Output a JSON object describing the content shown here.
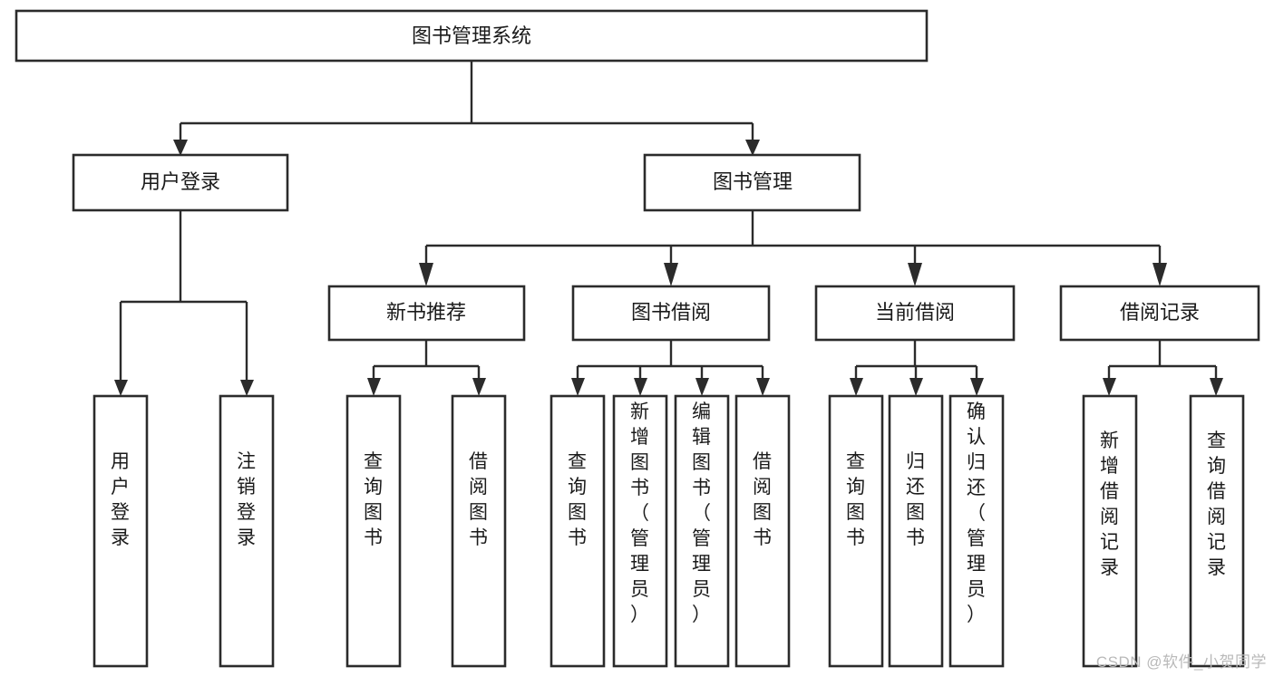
{
  "diagram": {
    "title": "图书管理系统",
    "type": "tree-hierarchy-diagram",
    "watermark": "CSDN @软件_小贺同学",
    "colors": {
      "background": "#ffffff",
      "node_fill": "#ffffff",
      "node_stroke": "#2b2b2b",
      "connector": "#2b2b2b",
      "label_text": "#1a1a1a",
      "watermark_text": "#b9b9b9"
    },
    "root": {
      "label": "图书管理系统"
    },
    "level2": [
      {
        "label": "用户登录"
      },
      {
        "label": "图书管理"
      }
    ],
    "level3": [
      {
        "label": "新书推荐"
      },
      {
        "label": "图书借阅"
      },
      {
        "label": "当前借阅"
      },
      {
        "label": "借阅记录"
      }
    ],
    "leaves": {
      "user_login": [
        {
          "label": "用户登录"
        },
        {
          "label": "注销登录"
        }
      ],
      "new_book_recommend": [
        {
          "label": "查询图书"
        },
        {
          "label": "借阅图书"
        }
      ],
      "book_borrow": [
        {
          "label": "查询图书"
        },
        {
          "label": "新增图书（管理员）"
        },
        {
          "label": "编辑图书（管理员）"
        },
        {
          "label": "借阅图书"
        }
      ],
      "current_borrow": [
        {
          "label": "查询图书"
        },
        {
          "label": "归还图书"
        },
        {
          "label": "确认归还（管理员）"
        }
      ],
      "borrow_record": [
        {
          "label": "新增借阅记录"
        },
        {
          "label": "查询借阅记录"
        }
      ]
    }
  }
}
